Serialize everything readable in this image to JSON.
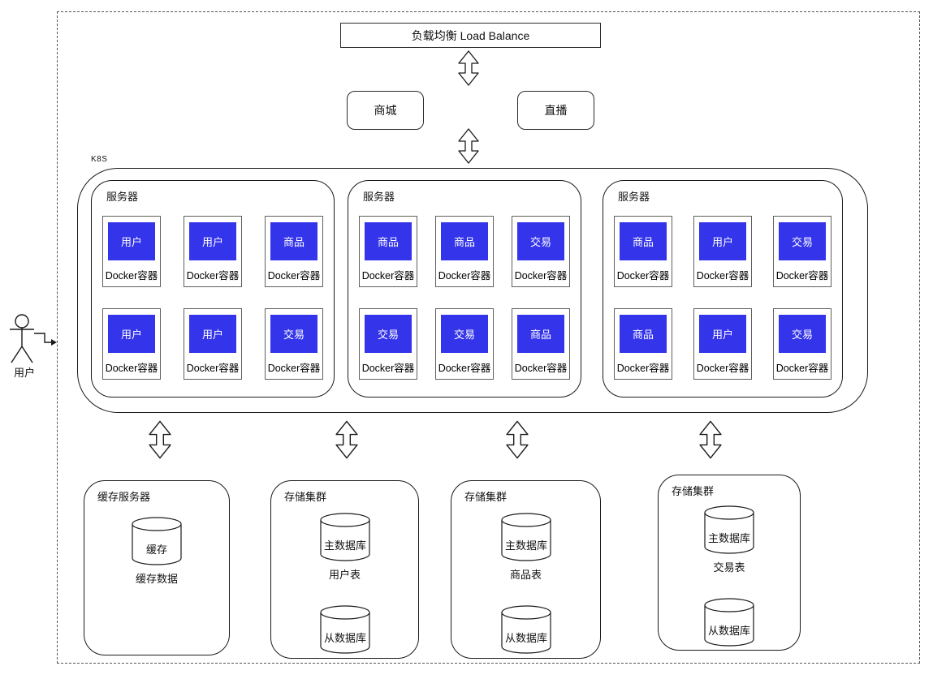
{
  "load_balancer": {
    "label": "负载均衡 Load Balance"
  },
  "entries": {
    "mall": "商城",
    "live": "直播"
  },
  "k8s": {
    "label": "K8S",
    "servers": [
      {
        "label": "服务器",
        "containers": [
          {
            "service": "用户",
            "label": "Docker容器"
          },
          {
            "service": "用户",
            "label": "Docker容器"
          },
          {
            "service": "商品",
            "label": "Docker容器"
          },
          {
            "service": "用户",
            "label": "Docker容器"
          },
          {
            "service": "用户",
            "label": "Docker容器"
          },
          {
            "service": "交易",
            "label": "Docker容器"
          }
        ]
      },
      {
        "label": "服务器",
        "containers": [
          {
            "service": "商品",
            "label": "Docker容器"
          },
          {
            "service": "商品",
            "label": "Docker容器"
          },
          {
            "service": "交易",
            "label": "Docker容器"
          },
          {
            "service": "交易",
            "label": "Docker容器"
          },
          {
            "service": "交易",
            "label": "Docker容器"
          },
          {
            "service": "商品",
            "label": "Docker容器"
          }
        ]
      },
      {
        "label": "服务器",
        "containers": [
          {
            "service": "商品",
            "label": "Docker容器"
          },
          {
            "service": "用户",
            "label": "Docker容器"
          },
          {
            "service": "交易",
            "label": "Docker容器"
          },
          {
            "service": "商品",
            "label": "Docker容器"
          },
          {
            "service": "用户",
            "label": "Docker容器"
          },
          {
            "service": "交易",
            "label": "Docker容器"
          }
        ]
      }
    ]
  },
  "user": {
    "label": "用户"
  },
  "storage_clusters": [
    {
      "title": "缓存服务器",
      "cylinders": [
        "缓存"
      ],
      "caption": "缓存数据"
    },
    {
      "title": "存储集群",
      "cylinders": [
        "主数据库",
        "从数据库"
      ],
      "caption": "用户表"
    },
    {
      "title": "存储集群",
      "cylinders": [
        "主数据库",
        "从数据库"
      ],
      "caption": "商品表"
    },
    {
      "title": "存储集群",
      "cylinders": [
        "主数据库",
        "从数据库"
      ],
      "caption": "交易表"
    }
  ],
  "colors": {
    "container_blue": "#3434eb",
    "line": "#1a1a1a"
  }
}
